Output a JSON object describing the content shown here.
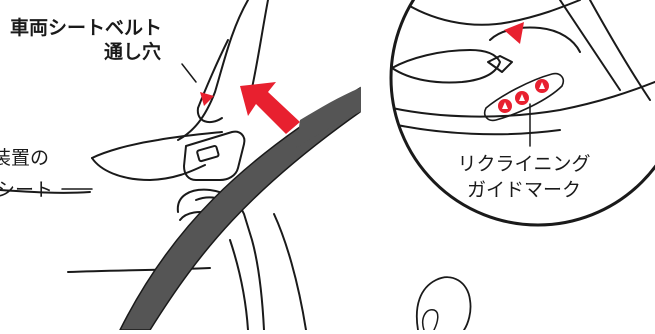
{
  "labels": {
    "belt_path_line1": "車両シートベルト",
    "belt_path_line2": "通し穴",
    "device_line1": "装置の",
    "device_line2": "シート",
    "recline_line1": "リクライニング",
    "recline_line2": "ガイドマーク"
  },
  "colors": {
    "ink": "#1a1a1a",
    "accent_red": "#e8202f",
    "belt_gray": "#555555",
    "background": "#ffffff"
  },
  "icons": {
    "push_arrow": "red-diagonal-arrow",
    "hole_marker": "red-triangle",
    "guide_marks": "red-triangle-badges"
  }
}
